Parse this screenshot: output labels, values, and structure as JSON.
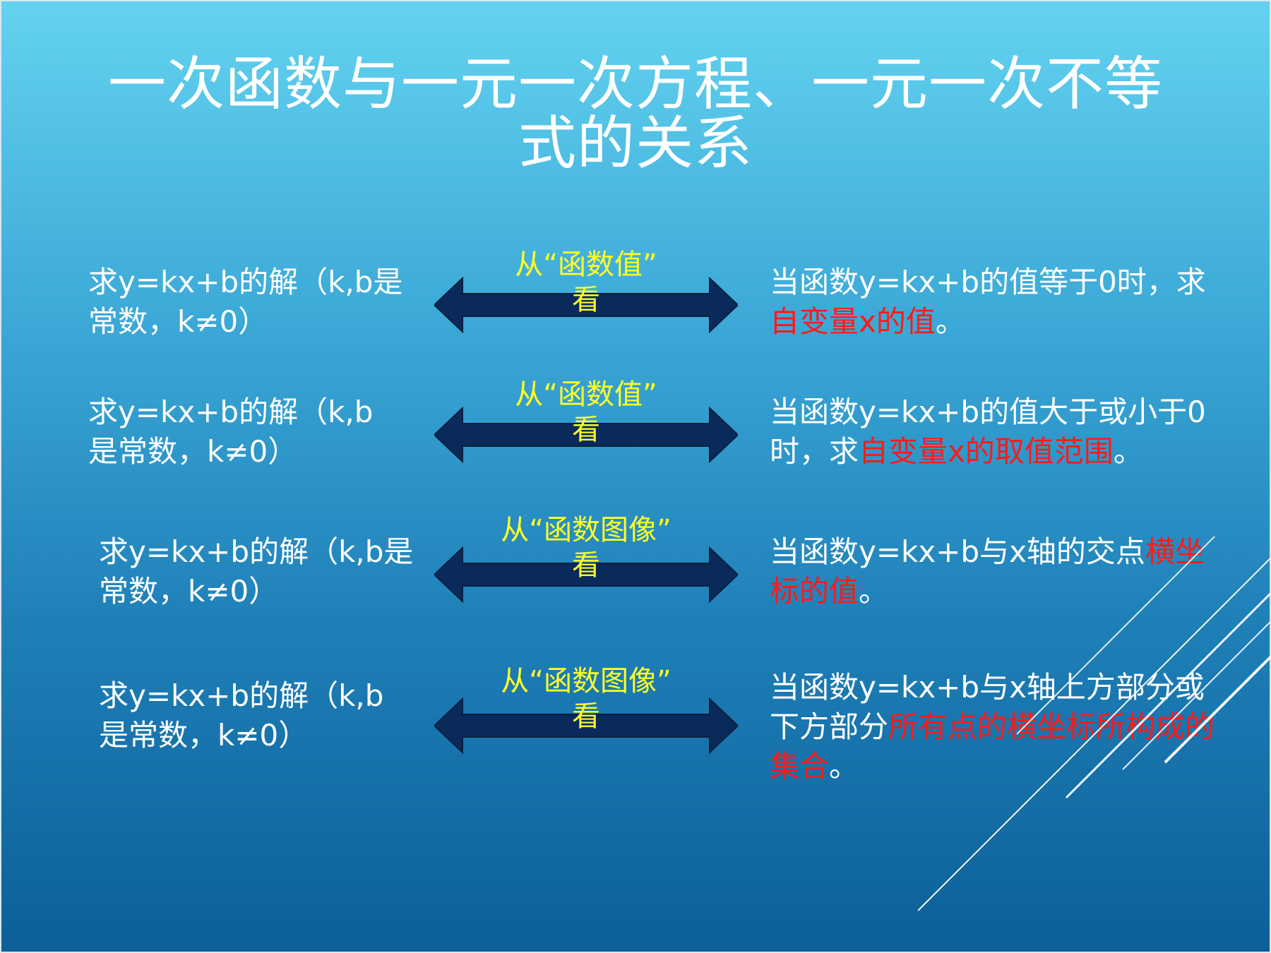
{
  "title": "一次函数与一元一次方程、一元一次不等式的关系",
  "rows": [
    {
      "left_line1": "求y=kx+b的解（k,b是",
      "left_line2": "常数，k≠0）",
      "arrow_line1": "从“函数值”",
      "arrow_line2": "看",
      "right_plain1": "当函数y=kx+b的值等于0时，求",
      "right_red": "自变量x的值",
      "right_plain2": "。"
    },
    {
      "left_line1": "求y=kx+b的解（k,b",
      "left_line2": "是常数，k≠0）",
      "arrow_line1": "从“函数值”",
      "arrow_line2": "看",
      "right_plain1": "当函数y=kx+b的值大于或小于0时，求",
      "right_red": "自变量x的取值范围",
      "right_plain2": "。"
    },
    {
      "left_line1": "求y=kx+b的解（k,b是",
      "left_line2": "常数，k≠0）",
      "arrow_line1": "从“函数图像”",
      "arrow_line2": "看",
      "right_plain1": "当函数y=kx+b与x轴的交点",
      "right_red": "横坐标的值",
      "right_plain2": "。"
    },
    {
      "left_line1": "求y=kx+b的解（k,b",
      "left_line2": "是常数，k≠0）",
      "arrow_line1": "从“函数图像”",
      "arrow_line2": "看",
      "right_plain1": "当函数y=kx+b与x轴上方部分或下方部分",
      "right_red": "所有点的横坐标所构成的集合",
      "right_plain2": "。"
    }
  ],
  "colors": {
    "highlight": "#ff1a1a",
    "arrow_label": "#ffff26",
    "arrow_fill": "#0a2a5c"
  }
}
